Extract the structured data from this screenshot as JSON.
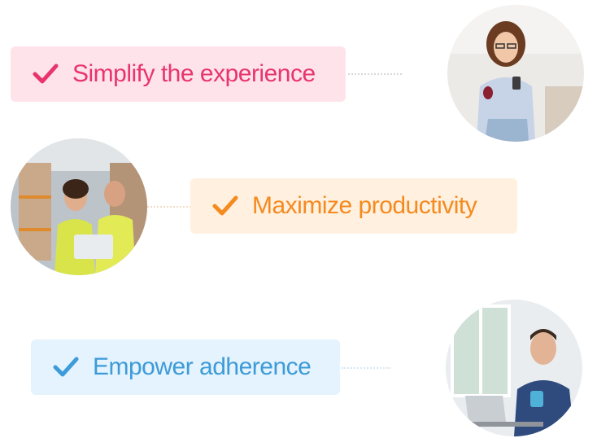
{
  "items": [
    {
      "label": "Simplify the experience",
      "color": "#e8356d",
      "bg": "#ffe3ea",
      "photo": "woman-with-phone-photo"
    },
    {
      "label": "Maximize productivity",
      "color": "#f58a1f",
      "bg": "#fff0df",
      "photo": "warehouse-workers-photo"
    },
    {
      "label": "Empower adherence",
      "color": "#3d9bd9",
      "bg": "#e4f3fd",
      "photo": "man-at-laptop-photo"
    }
  ]
}
